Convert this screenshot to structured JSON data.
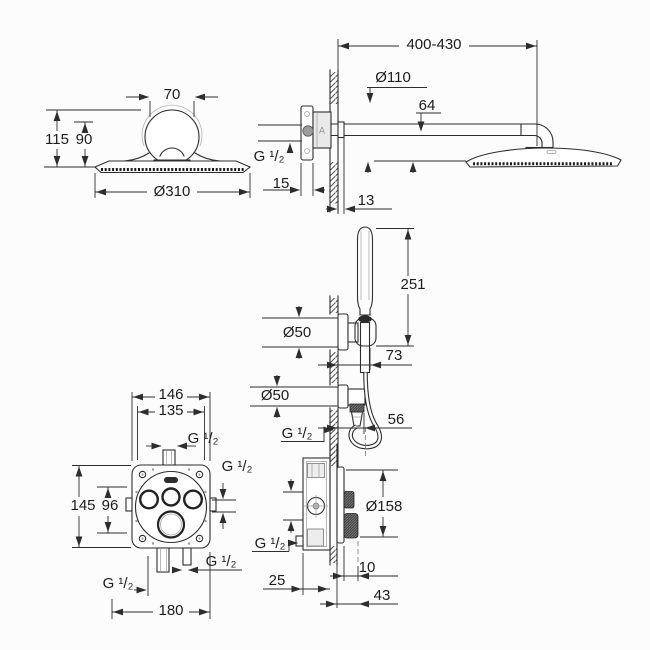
{
  "colors": {
    "line": "#2d2d2d",
    "background": "#fcfcfc",
    "flange_fill": "#9c9c9c"
  },
  "figures": {
    "shower_head_side": {
      "dims": {
        "top_width": "70",
        "height_total": "115",
        "height_body": "90",
        "diameter": "Ø310"
      }
    },
    "shower_arm_wall": {
      "marker": "A",
      "dims": {
        "arm_length": "400-430",
        "flange_diameter": "Ø110",
        "arm_drop": "64",
        "thread": "G ¹/₂",
        "flange_depth": "15",
        "wall_offset": "13"
      }
    },
    "hand_shower_set": {
      "dims": {
        "shower_length": "251",
        "holder_diameter": "Ø50",
        "holder_depth": "73",
        "outlet_diameter": "Ø50",
        "outlet_depth": "56",
        "outlet_thread": "G ¹/₂"
      }
    },
    "mixer_front": {
      "dims": {
        "box_width": "146",
        "plate_width": "135",
        "top_thread": "G ¹/₂",
        "right_thread": "G ¹/₂",
        "box_height": "145",
        "inner_height": "96",
        "bottom_right_thread": "G ¹/₂",
        "bottom_left_thread": "G ¹/₂",
        "total_width": "180"
      }
    },
    "mixer_side": {
      "dims": {
        "plate_diameter": "Ø158",
        "left_thread": "G ¹/₂",
        "recess_depth": "25",
        "knob_offset": "10",
        "projection": "43"
      }
    }
  }
}
